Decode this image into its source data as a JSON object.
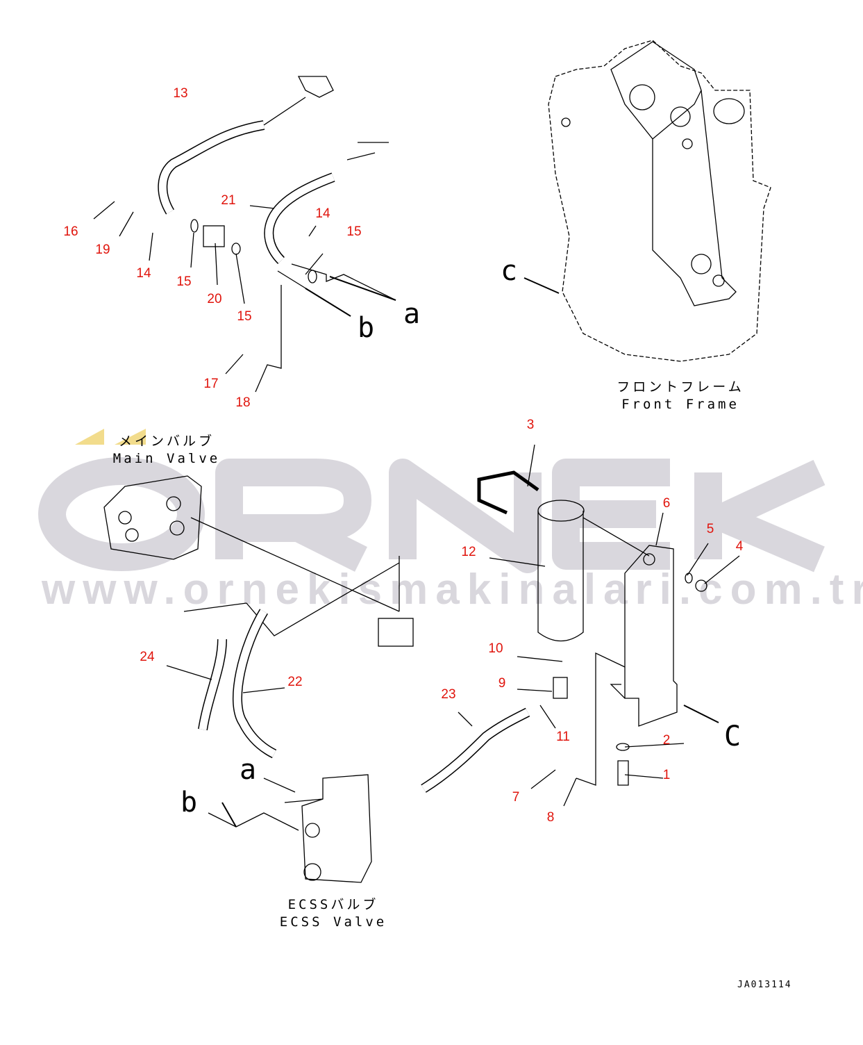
{
  "watermark": {
    "logo": "ORNEK",
    "url": "www.ornekismakinalari.com.tr",
    "color": "#d9d7dd",
    "accent": "#f2dc8c"
  },
  "callouts": [
    "13",
    "16",
    "19",
    "14",
    "15",
    "20",
    "15",
    "21",
    "14",
    "15",
    "17",
    "18",
    "3",
    "6",
    "5",
    "4",
    "12",
    "10",
    "9",
    "11",
    "2",
    "1",
    "7",
    "8",
    "23",
    "24",
    "22"
  ],
  "callout_color": "#e0140c",
  "view_letters": [
    "a",
    "b",
    "c",
    "C",
    "a",
    "b"
  ],
  "captions": {
    "front_frame_jp": "フロントフレーム",
    "front_frame_en": "Front Frame",
    "main_valve_jp": "メインバルブ",
    "main_valve_en": "Main Valve",
    "ecss_valve_jp": "ECSSバルブ",
    "ecss_valve_en": "ECSS Valve"
  },
  "drawing_id": "JA013114"
}
